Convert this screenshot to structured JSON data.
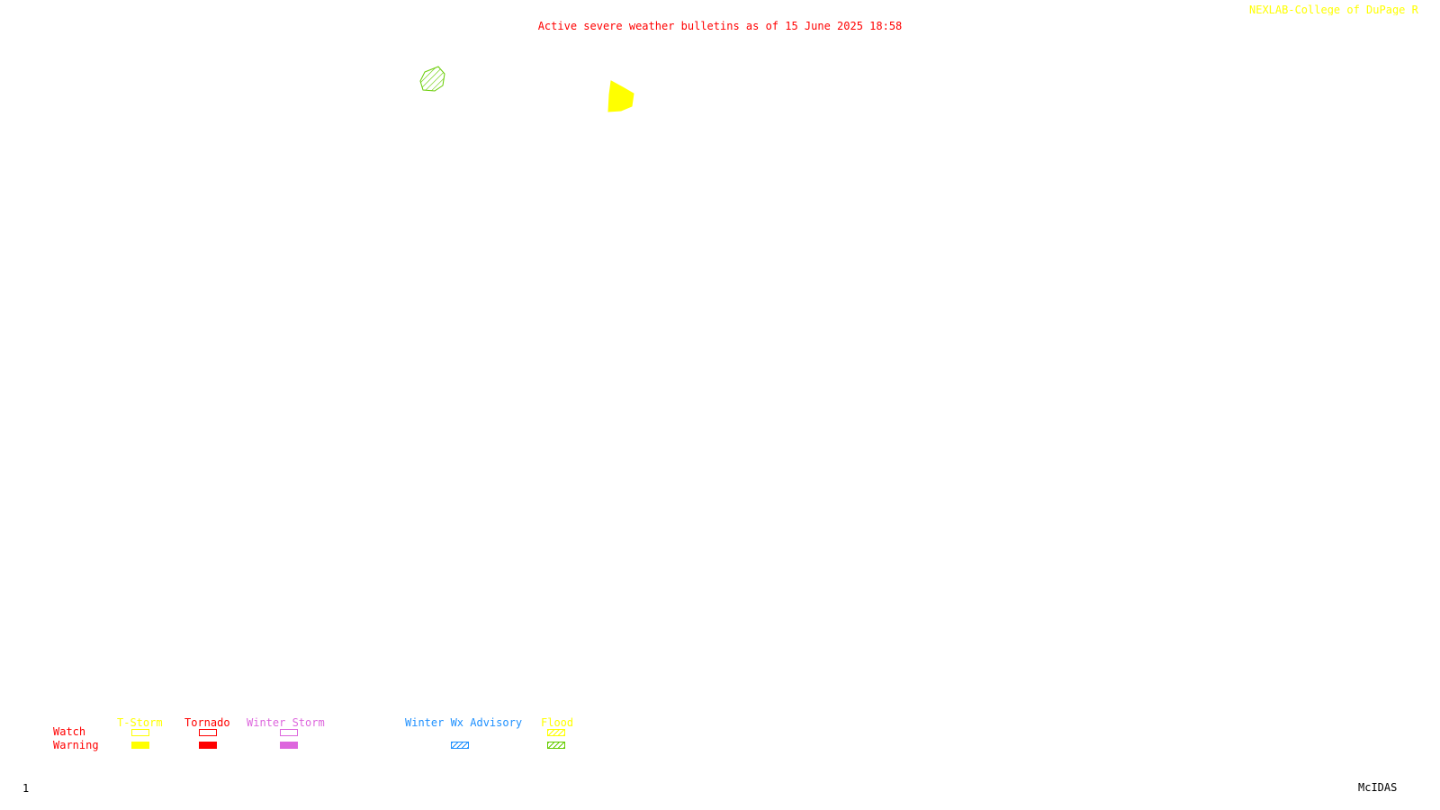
{
  "header": {
    "title": "Active severe weather bulletins as of 15 June 2025 18:58",
    "credit": "NEXLAB-College of DuPage R"
  },
  "footer": {
    "frame_number": "1",
    "software": "McIDAS"
  },
  "legend": {
    "row_labels": {
      "watch": "Watch",
      "warning": "Warning"
    },
    "categories": [
      {
        "key": "tstorm",
        "label": "T-Storm",
        "color": "#ffff00",
        "watch": "outline",
        "warning": "filled"
      },
      {
        "key": "tornado",
        "label": "Tornado",
        "color": "#ff0000",
        "watch": "outline",
        "warning": "filled"
      },
      {
        "key": "winter_storm",
        "label": "Winter Storm",
        "color": "#dd66dd",
        "watch": "outline",
        "warning": "filled"
      },
      {
        "key": "winter_wx_advisory",
        "label": "Winter Wx Advisory",
        "color": "#1e90ff",
        "watch": null,
        "warning": "hatched"
      },
      {
        "key": "flood",
        "label": "Flood",
        "color": "#ffff00",
        "warning_color": "#66cc00",
        "watch": "hatched",
        "warning": "hatched"
      }
    ]
  },
  "colors": {
    "title": "#ff0000",
    "credit": "#ffff00",
    "row_label": "#ff0000",
    "frame_number": "#000000",
    "software": "#000000"
  },
  "bulletins": [
    {
      "type": "flood-warning",
      "color": "#66cc00",
      "style": "hatched"
    },
    {
      "type": "tstorm-warning",
      "color": "#ffff00",
      "style": "filled"
    }
  ]
}
